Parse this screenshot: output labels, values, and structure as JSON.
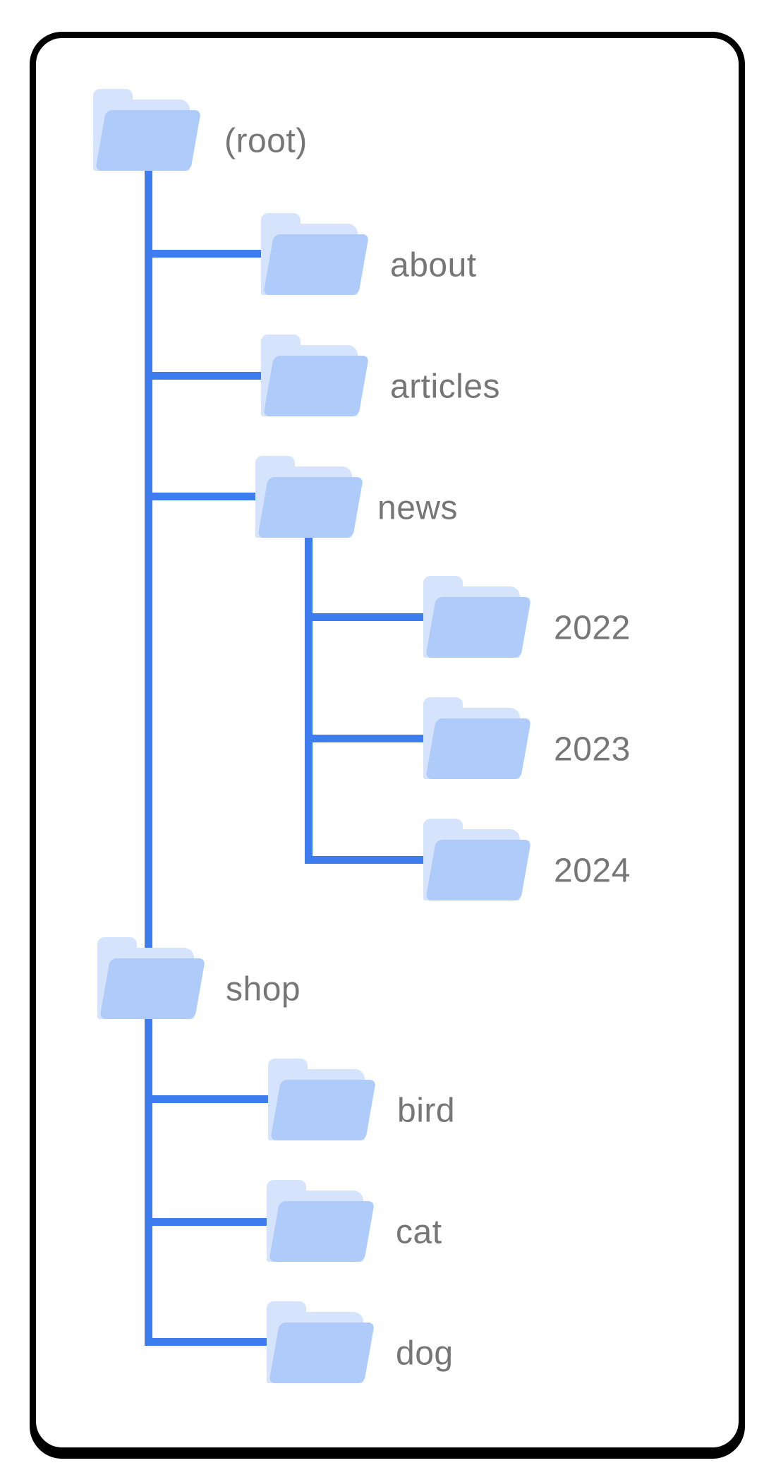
{
  "diagram": {
    "kind": "site-directory-tree",
    "nodes": [
      {
        "label": "(root)",
        "parent": null
      },
      {
        "label": "about",
        "parent": "(root)"
      },
      {
        "label": "articles",
        "parent": "(root)"
      },
      {
        "label": "news",
        "parent": "(root)"
      },
      {
        "label": "2022",
        "parent": "news"
      },
      {
        "label": "2023",
        "parent": "news"
      },
      {
        "label": "2024",
        "parent": "news"
      },
      {
        "label": "shop",
        "parent": "(root)"
      },
      {
        "label": "bird",
        "parent": "shop"
      },
      {
        "label": "cat",
        "parent": "shop"
      },
      {
        "label": "dog",
        "parent": "shop"
      }
    ],
    "colors": {
      "connector": "#3E7DF0",
      "folder_front": "#AECBFA",
      "folder_back": "#D5E3FC",
      "label_text": "#767676",
      "card_border": "#000000"
    }
  }
}
